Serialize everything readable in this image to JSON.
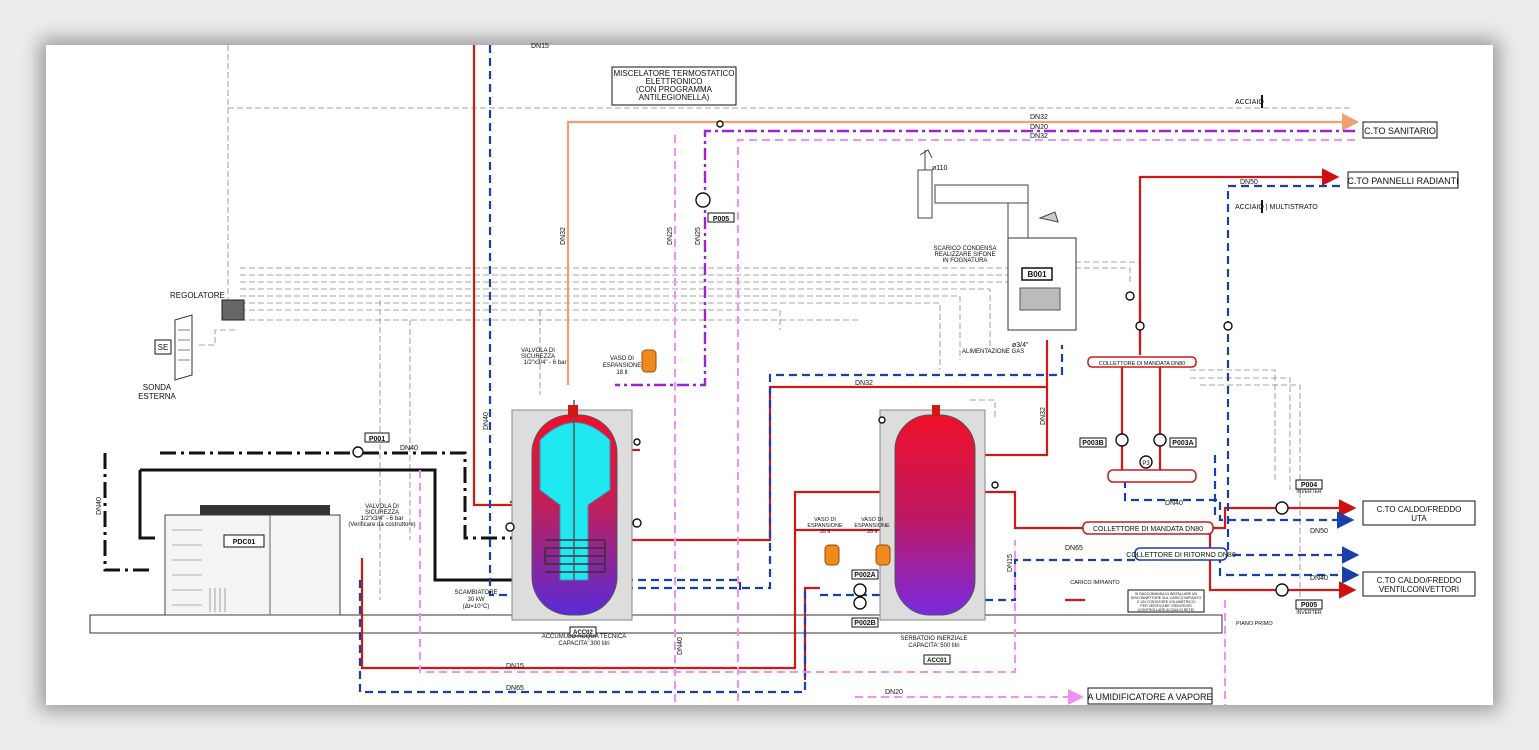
{
  "labels": {
    "mixer": [
      "MISCELATORE TERMOSTATICO",
      "ELETTRONICO",
      "(CON PROGRAMMA",
      "ANTILEGIONELLA)"
    ],
    "regolatore": "REGOLATORE",
    "sonda": [
      "SONDA",
      "ESTERNA"
    ],
    "se": "SE",
    "acciaio": "ACCIAIO",
    "acciaio_multistrato": "ACCIAIO | MULTISTRATO",
    "diam": "ø110",
    "scarico": [
      "SCARICO CONDENSA",
      "REALIZZARE SIFONE",
      "IN FOGNATURA"
    ],
    "alimentazione": "ALIMENTAZIONE GAS",
    "gas_size": "ø3/4\"",
    "boiler": "B001",
    "valvola1": [
      "VALVOLA DI",
      "SICUREZZA",
      "1/2\"x3/4\" - 6 bar"
    ],
    "vaso1": [
      "VASO DI",
      "ESPANSIONE",
      "18 lt"
    ],
    "pump_p005_top": "P005",
    "pump_p001": "P001",
    "pdc": "PDC01",
    "valvola2": [
      "VALVOLA DI",
      "SICUREZZA",
      "1/2\"x3/4\" - 6 bar",
      "(Verificare da costruttore)"
    ],
    "scambiatore": [
      "SCAMBIATORE",
      "30 kW",
      "(Δt=10°C)"
    ],
    "acc02": [
      "ACCUMULO ACQUA TECNICA",
      "CAPACITA' 300 litri"
    ],
    "acc02_tag": "ACC02",
    "acc01": [
      "SERBATOIO INERZIALE",
      "CAPACITA' 500 litri"
    ],
    "acc01_tag": "ACC01",
    "vaso2": [
      "VASO DI",
      "ESPANSIONE",
      "35 lt"
    ],
    "vaso3": [
      "VASO DI",
      "ESPANSIONE",
      "35 lt"
    ],
    "p002a": "P002A",
    "p002b": "P002B",
    "p003b": "P003B",
    "p003a": "P003A",
    "p004": "P004",
    "p005": "P005",
    "inverter": "INVERTER",
    "carico": "CARICO IMPIANTO",
    "piano": "PIANO PRIMO",
    "collettore_mandata_small": "COLLETTORE DI MANDATA DN80",
    "collettore_mandata": "COLLETTORE DI MANDATA DN80",
    "collettore_ritorno": "COLLETTORE DI RITORNO DN80",
    "note_box": [
      "SI RACCOMANDA DI INSTALLARE UN",
      "DISCONNETTORE SUL CARICO IMPIANTO",
      "E UN CONTATORE VOLUMETRICO",
      "PER VERIFICARE I REINTEGRI",
      "(CONTROLLARE ACQUA DI RETE)"
    ],
    "p3": "P3"
  },
  "destinations": {
    "sanitario": "C.TO SANITARIO",
    "pannelli": "C.TO PANNELLI RADIANTI",
    "uta": [
      "C.TO CALDO/FREDDO",
      "UTA"
    ],
    "ventil": [
      "C.TO CALDO/FREDDO",
      "VENTILCONVETTORI"
    ],
    "umidificatore": "A UMIDIFICATORE A VAPORE"
  },
  "pipe_sizes": {
    "dn32_a": "DN32",
    "dn20": "DN20",
    "dn32_b": "DN32",
    "dn50": "DN50",
    "dn32_v": "DN32",
    "dn25_a": "DN25",
    "dn25_b": "DN25",
    "dn40_a": "DN40",
    "dn40_b": "DN40",
    "dn32_c": "DN32",
    "dn32_d": "DN32",
    "dn40_left": "DN40",
    "dn40_c": "DN40",
    "dn50_b": "DN50",
    "dn65_a": "DN65",
    "dn40_d": "DN40",
    "dn15_v": "DN15",
    "dn40_v2": "DN40",
    "dn15_b": "DN15",
    "dn65_b": "DN65",
    "dn20_b": "DN20",
    "dn15_top": "DN15"
  }
}
